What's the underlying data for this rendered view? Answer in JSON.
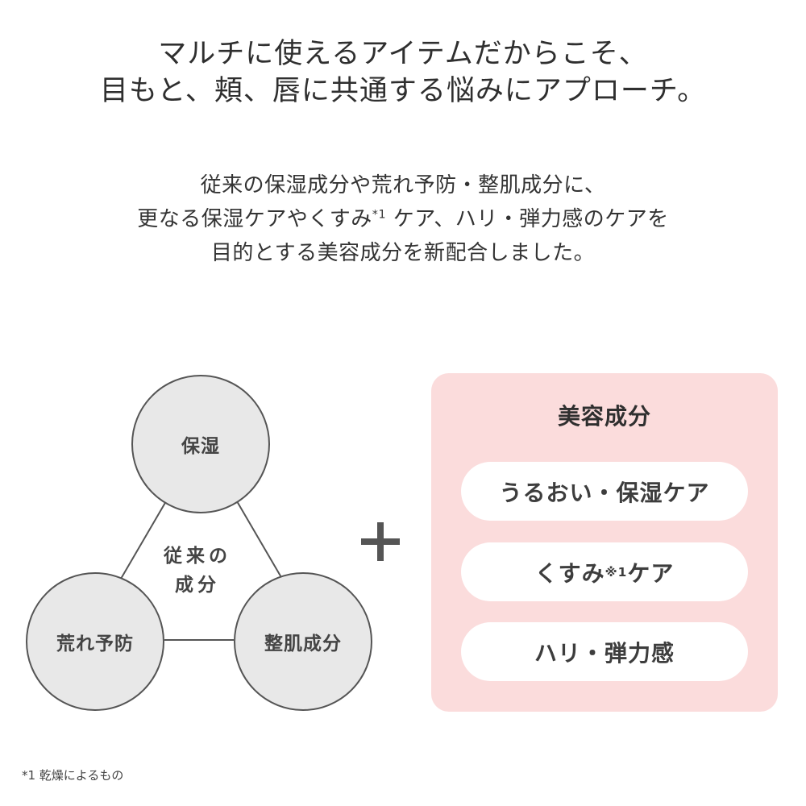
{
  "headline": {
    "line1": "マルチに使えるアイテムだからこそ、",
    "line2": "目もと、頬、唇に共通する悩みにアプローチ。"
  },
  "body": {
    "line1": "従来の保湿成分や荒れ予防・整肌成分に、",
    "line2_a": "更なる保湿ケアやくすみ",
    "line2_note": "*1",
    "line2_b": " ケア、ハリ・弾力感のケアを",
    "line3": "目的とする美容成分を新配合しました。"
  },
  "diagram": {
    "top_node": "保湿",
    "left_node": "荒れ予防",
    "right_node": "整肌成分",
    "center_line1": "従来の",
    "center_line2": "成分"
  },
  "beauty_panel": {
    "title": "美容成分",
    "pill1": "うるおい・保湿ケア",
    "pill2_a": "くすみ",
    "pill2_note": "※1",
    "pill2_b": "ケア",
    "pill3": "ハリ・弾力感"
  },
  "footnote": "*1 乾燥によるもの",
  "colors": {
    "panel_bg": "#fbdcdc",
    "node_bg": "#e8e8e8",
    "stroke": "#555555"
  }
}
